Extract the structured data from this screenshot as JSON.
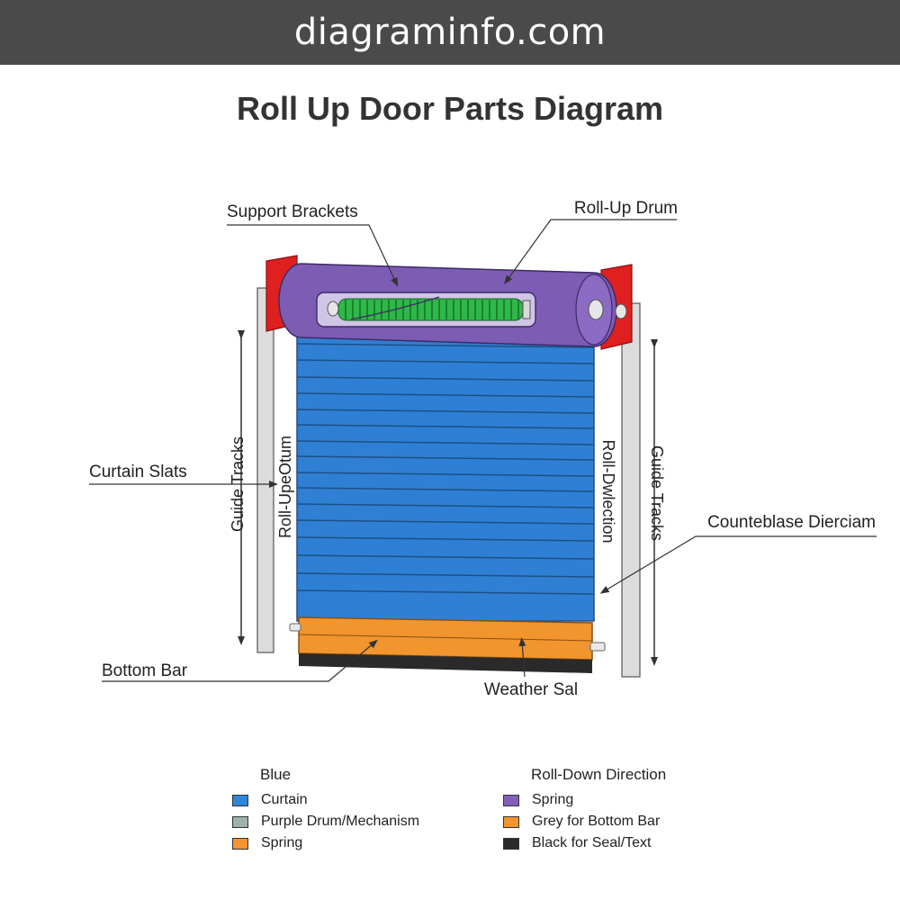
{
  "site": "diagraminfo.com",
  "title": "Roll Up Door Parts Diagram",
  "labels": {
    "support_brackets": "Support Brackets",
    "roll_up_drum": "Roll-Up Drum",
    "curtain_slats": "Curtain Slats",
    "counterbalance": "Counteblase Dierciam",
    "bottom_bar": "Bottom Bar",
    "weather_seal": "Weather Sal",
    "guide_tracks_left": "Guide Tracks",
    "guide_tracks_right": "Guide Tracks",
    "roll_up_vertical": "Roll-UpeOtum",
    "roll_direction_vertical": "Roll-Dwlection"
  },
  "legend": {
    "left_heading": "Blue",
    "left_items": [
      {
        "label": "Curtain",
        "color": "#2e86d6"
      },
      {
        "label": "Purple Drum/Mechanism",
        "color": "#9fb1ae"
      },
      {
        "label": "Spring",
        "color": "#f2952e"
      }
    ],
    "right_heading": "Roll-Down Direction",
    "right_items": [
      {
        "label": "Spring",
        "color": "#8460b8"
      },
      {
        "label": "Grey for Bottom Bar",
        "color": "#f2952e"
      },
      {
        "label": "Black for Seal/Text",
        "color": "#2a2a2a"
      }
    ]
  },
  "colors": {
    "curtain": "#2f80d4",
    "drum": "#7d5cb4",
    "spring": "#2fb84a",
    "bracket": "#e0201e",
    "track": "#dcdcdc",
    "bottom_bar": "#f2952e",
    "seal": "#2a2a2a"
  }
}
